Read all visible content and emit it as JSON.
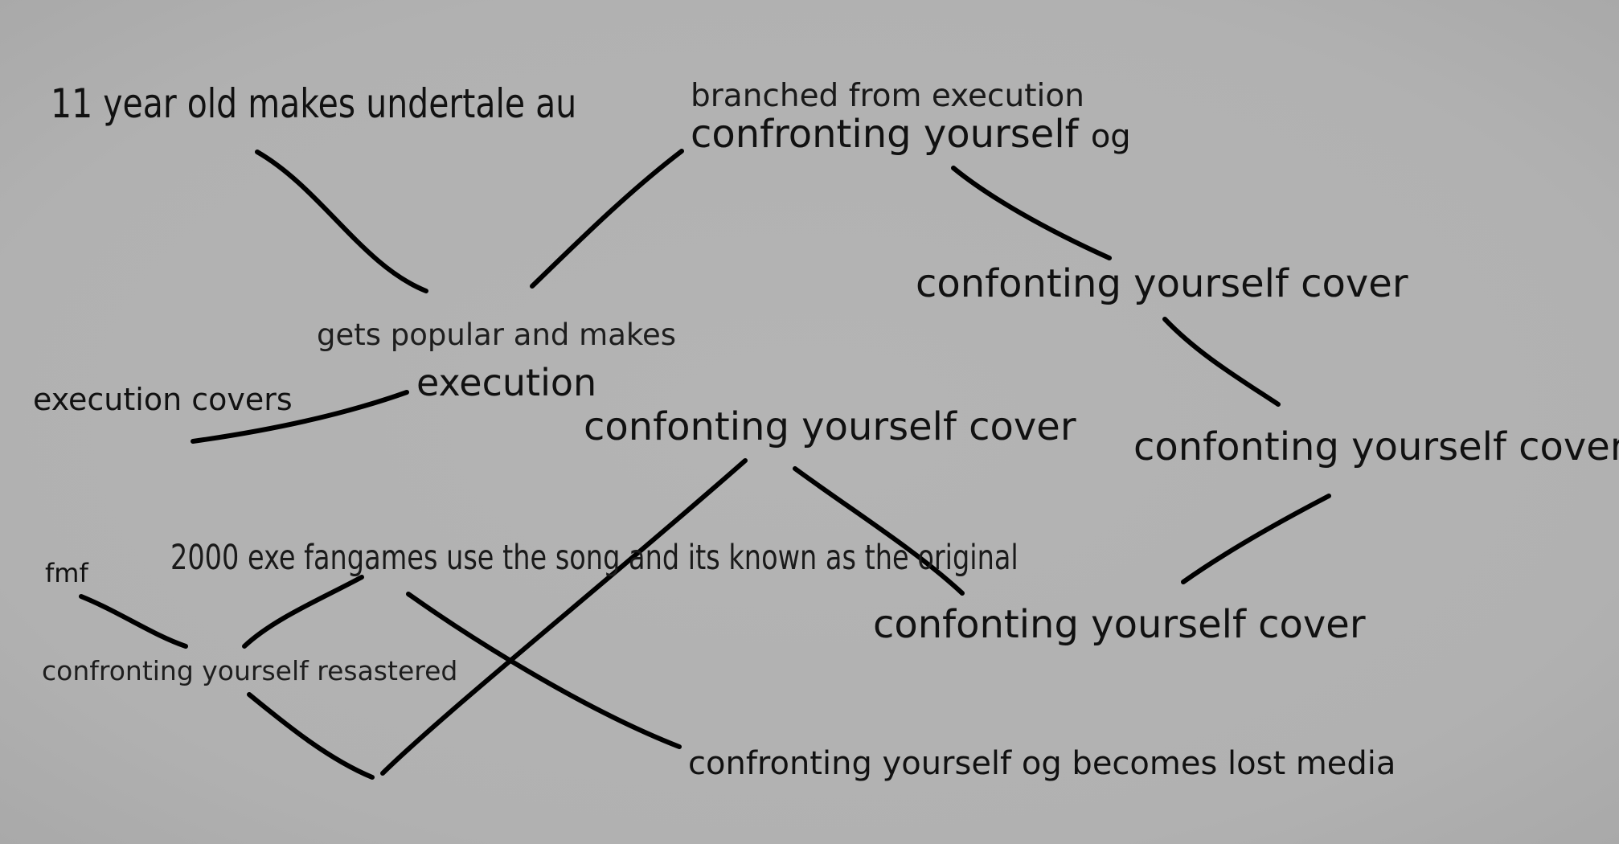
{
  "nodes": {
    "undertale_au": "11 year old makes undertale au",
    "branched_from": "branched from execution",
    "og_title": "confronting yourself",
    "og_suffix": "og",
    "gets_popular": "gets popular and makes",
    "execution": "execution",
    "execution_covers": "execution covers",
    "cover_1": "confonting yourself cover",
    "cover_2": "confonting yourself cover",
    "cover_3": "confonting yourself cover",
    "cover_4": "confonting yourself cover",
    "fmf": "fmf",
    "fangames": "2000 exe fangames use the song and its known as the original",
    "remastered": "confronting yourself resastered",
    "lost_media": "confronting yourself og becomes lost media"
  },
  "colors": {
    "background": "#b1b1b1",
    "text": "#111111",
    "line": "#000000"
  }
}
